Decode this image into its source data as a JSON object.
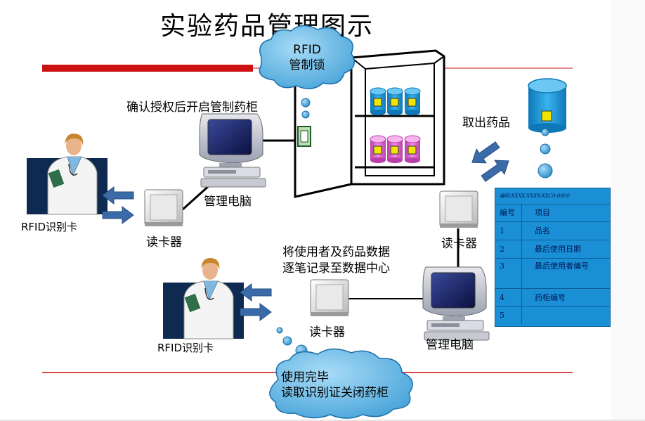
{
  "title": "实验药品管理图示",
  "clouds": {
    "top": "RFID\n管制锁",
    "bottom": "使用完毕\n读取识别证关闭药柜"
  },
  "labels": {
    "confirm": "确认授权后开启管制药柜",
    "take_out": "取出药品",
    "pc_top": "管理电脑",
    "pc_bottom": "管理电脑",
    "reader_left": "读卡器",
    "reader_right": "读卡器",
    "reader_bottom": "读卡器",
    "rfid_top": "RFID识别卡",
    "rfid_bottom": "RFID识别卡",
    "record_line1": "将使用者及药品数据",
    "record_line2": "逐笔记录至数据中心"
  },
  "record_table": {
    "header": "编码:XXXX-XXXX-XXC0-0000",
    "rows": [
      {
        "no": "编号",
        "item": "项目"
      },
      {
        "no": "1",
        "item": "品名"
      },
      {
        "no": "2",
        "item": "最后使用日期"
      },
      {
        "no": "3",
        "item": "最后使用者编号"
      },
      {
        "no": "4",
        "item": "药柜编号"
      },
      {
        "no": "5",
        "item": ""
      }
    ]
  },
  "colors": {
    "red_line": "#cc1111",
    "cloud_fill": "#5fb8e8",
    "arrow_blue": "#3a6aa8",
    "table_fill": "#1b8fd6",
    "bottle_top": "#2aa5e0",
    "bottle_bottom": "#e86ad6",
    "label_yellow": "#f2e600"
  },
  "icons": [
    "doctor-icon",
    "card-reader-icon",
    "computer-icon",
    "cabinet-icon",
    "lock-icon",
    "bottle-icon",
    "exchange-arrows-icon",
    "cloud-icon"
  ]
}
